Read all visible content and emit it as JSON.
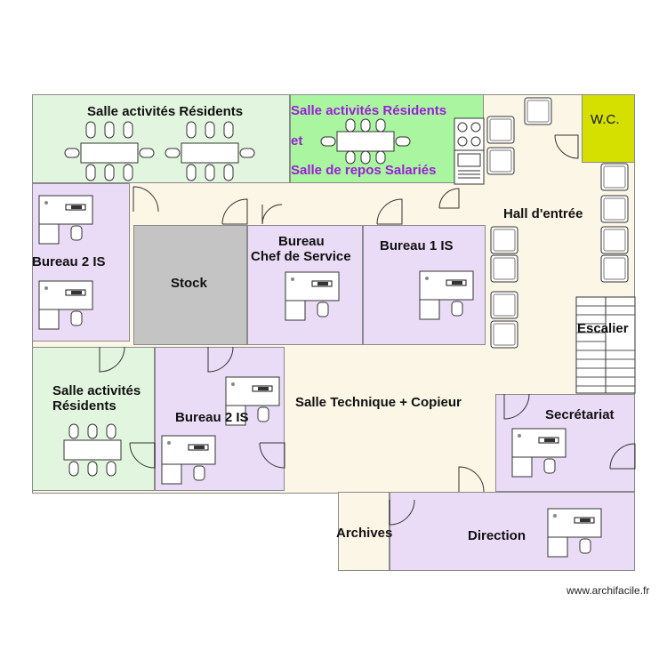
{
  "rooms": {
    "salle_activites_top": "Salle activités Résidents",
    "salle_repos_line1": "Salle activités Résidents",
    "salle_repos_line2": "et",
    "salle_repos_line3": "Salle de repos Salariés",
    "wc": "W.C.",
    "hall": "Hall d'entrée",
    "bureau_2_is_left": "Bureau 2 IS",
    "stock": "Stock",
    "bureau_chef_line1": "Bureau",
    "bureau_chef_line2": "Chef de Service",
    "bureau_1_is": "Bureau 1 IS",
    "escalier": "Escalier",
    "salle_activites_bottom_line1": "Salle activités",
    "salle_activites_bottom_line2": "Résidents",
    "bureau_2_is_bottom": "Bureau 2 IS",
    "salle_technique": "Salle Technique + Copieur",
    "secretariat": "Secrétariat",
    "archives": "Archives",
    "direction": "Direction"
  },
  "credit": "www.archifacile.fr",
  "colors": {
    "light_green": "#e2f6df",
    "bright_green": "#a9f5a0",
    "lavender": "#eadcf6",
    "grey": "#c4c4c4",
    "cream": "#fbf6e6",
    "yellow": "#d6e000",
    "purple_text": "#9b1fd6"
  }
}
